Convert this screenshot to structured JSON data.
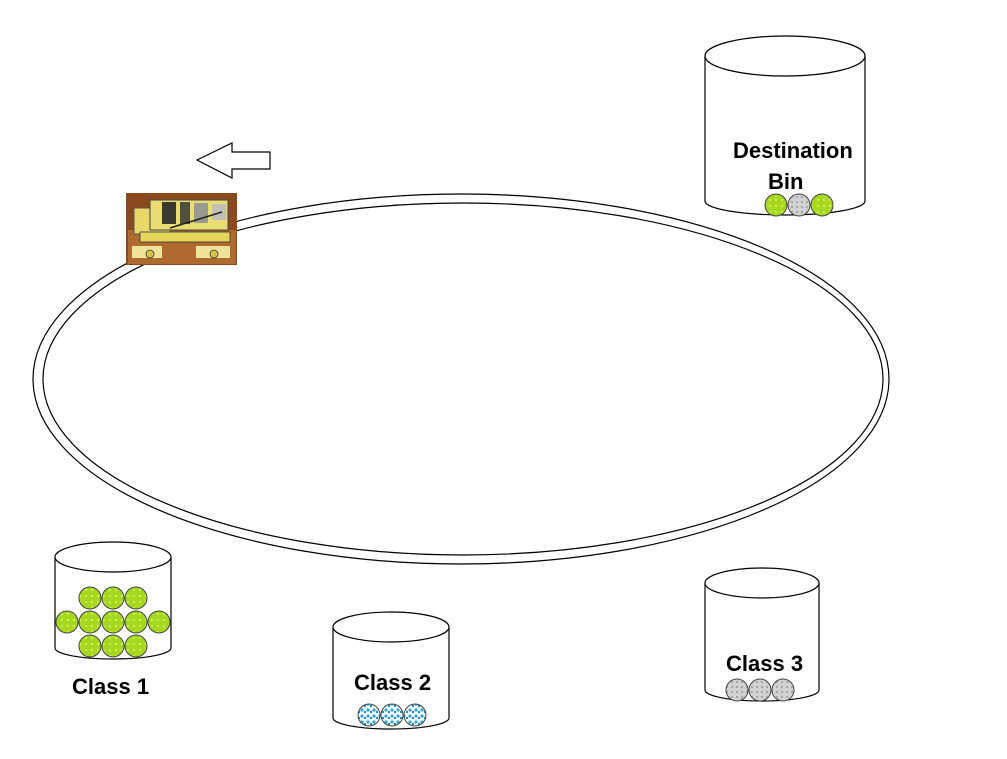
{
  "labels": {
    "destination_line1": "Destination",
    "destination_line2": "Bin",
    "class1": "Class 1",
    "class2": "Class 2",
    "class3": "Class 3"
  },
  "colors": {
    "track": "#000000",
    "ball_green": "#a6d81f",
    "ball_gray": "#c8c8c8",
    "ball_blue": "#2aa7db",
    "robot_body": "#e8d86a",
    "robot_bg": "#8a4a1e"
  },
  "icons": {
    "direction": "left-arrow-icon",
    "robot": "robot-image"
  },
  "bins": {
    "destination": {
      "balls": [
        "green",
        "gray",
        "green"
      ]
    },
    "class1": {
      "balls": [
        "green",
        "green",
        "green",
        "green",
        "green",
        "green",
        "green",
        "green",
        "green",
        "green",
        "green"
      ]
    },
    "class2": {
      "balls": [
        "blue",
        "blue",
        "blue"
      ]
    },
    "class3": {
      "balls": [
        "gray",
        "gray",
        "gray"
      ]
    }
  }
}
